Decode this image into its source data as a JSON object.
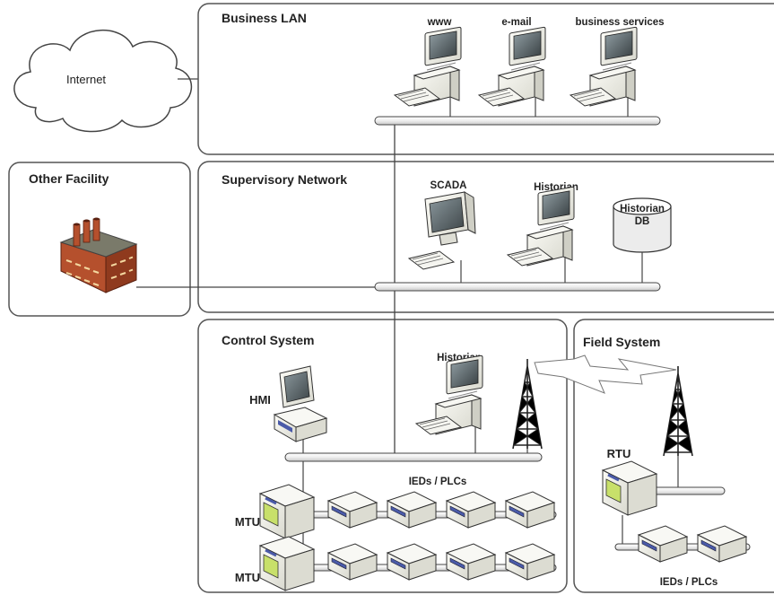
{
  "colors": {
    "panel_border": "#555555",
    "bus_fill": "#f4f4f4",
    "device_beige": "#f0f0ea",
    "screen_dark": "#5a6468",
    "factory_brick": "#b5502d",
    "display_green": "#c8e06a"
  },
  "panels": {
    "internet": {
      "label": "Internet"
    },
    "business_lan": {
      "title": "Business LAN"
    },
    "other_facility": {
      "title": "Other Facility"
    },
    "supervisory": {
      "title": "Supervisory Network"
    },
    "control": {
      "title": "Control System"
    },
    "field": {
      "title": "Field System"
    }
  },
  "business_lan": {
    "computers": [
      "www",
      "e-mail",
      "business services"
    ]
  },
  "supervisory": {
    "scada": "SCADA",
    "historian": "Historian",
    "historian_db": [
      "Historian",
      "DB"
    ]
  },
  "control": {
    "hmi": "HMI",
    "historian": "Historian",
    "ieds_plcs": "IEDs / PLCs",
    "mtu_1": "MTU",
    "mtu_2": "MTU"
  },
  "field": {
    "rtu": "RTU",
    "ieds_plcs": "IEDs / PLCs"
  },
  "icons": [
    "cloud-icon",
    "desktop-computer-icon",
    "database-icon",
    "factory-icon",
    "radio-tower-icon",
    "wireless-link-icon",
    "mtu-unit-icon",
    "plc-device-icon"
  ]
}
